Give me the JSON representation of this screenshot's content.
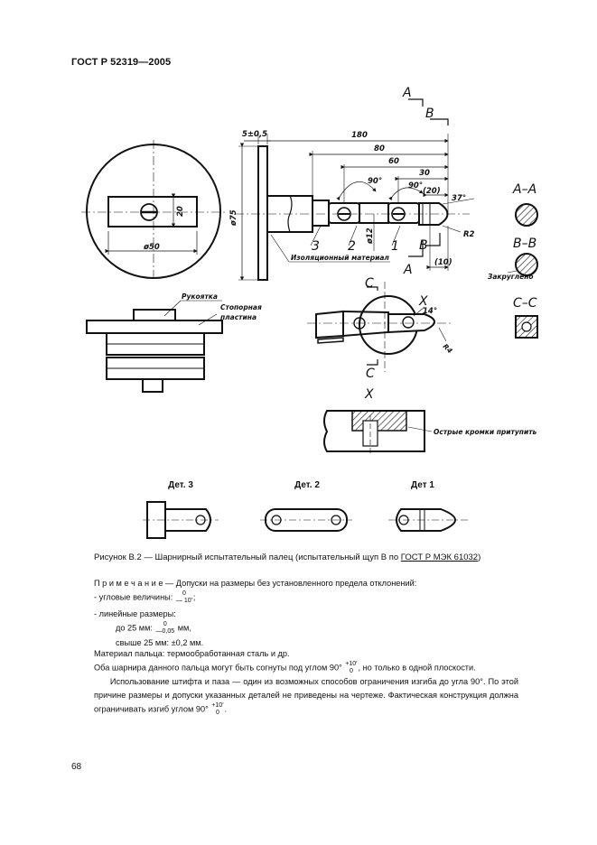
{
  "header": {
    "standard": "ГОСТ Р 52319—2005"
  },
  "drawing": {
    "dims": {
      "d180": "180",
      "d80": "80",
      "d60": "60",
      "d30": "30",
      "d20": "20",
      "d20h": "(20)",
      "d5": "5±0,5",
      "d10": "(10)",
      "dia75": "ø75",
      "dia50": "ø50",
      "dia12": "ø12",
      "a90a": "90°",
      "a90b": "90°",
      "a37": "37°",
      "a14": "14°",
      "r2": "R2",
      "r4": "R4",
      "rd20": "20"
    },
    "parts": {
      "p1": "1",
      "p2": "2",
      "p3": "3"
    },
    "labels": {
      "insulation": "Изоляционный материал",
      "handle": "Рукоятка",
      "stop_plate_1": "Стопорная",
      "stop_plate_2": "пластина",
      "rounded": "Закруглено",
      "sharp_edges": "Острые кромки притупить"
    },
    "sections": {
      "A": "A",
      "B": "B",
      "C": "C",
      "X": "X",
      "AA": "A–A",
      "BB": "B–B",
      "CC": "C–C"
    },
    "details": {
      "det3": "Дет. 3",
      "det2": "Дет. 2",
      "det1": "Дет 1"
    }
  },
  "caption": {
    "prefix": "Рисунок В.2 — Шарнирный испытательный палец (испытательный щуп B по ",
    "standard_link": "ГОСТ Р МЭК 61032",
    "suffix": ")"
  },
  "notes": {
    "title": "П р и м е ч а н и е",
    "title_rest": " — Допуски на размеры без установленного предела отклонений:",
    "angular": "- угловые величины:",
    "angular_up": "0",
    "angular_low": "— 10′",
    "linear": "- линейные размеры:",
    "upto25": "до 25 мм:",
    "upto25_up": "0",
    "upto25_low": "—0,05",
    "upto25_unit": "мм,",
    "over25": "свыше 25 мм: ±0,2 мм.",
    "material": "Материал пальца: термообработанная сталь и др.",
    "hinge_a": "Оба шарнира данного пальца могут быть согнуты под углом 90°",
    "hinge_up": "+10′",
    "hinge_low": "0",
    "hinge_b": ", но только в одной плоскости.",
    "para": "Использование штифта и паза — один из возможных способов ограничения изгиба до угла 90°. По этой причине размеры и допуски указанных деталей не приведены на чертеже. Фактическая конструкция должна ограничивать изгиб углом 90°",
    "para_up": "+10′",
    "para_low": "0",
    "para_end": "."
  },
  "footer": {
    "page": "68"
  }
}
